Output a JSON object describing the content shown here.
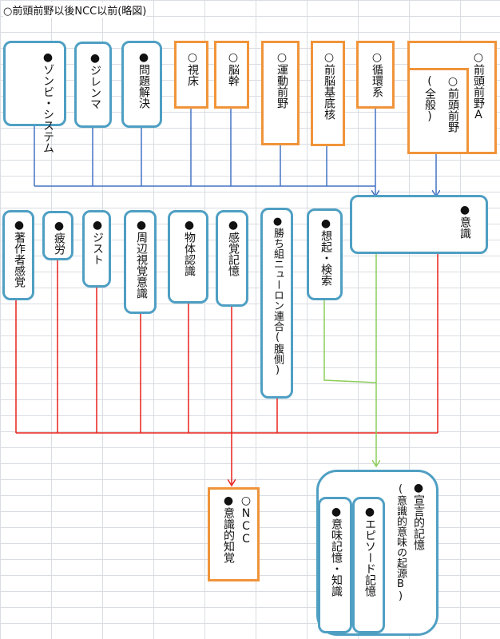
{
  "title": "○前頭前野以後NCC以前(略図)",
  "colors": {
    "blue": "#4f9fc3",
    "orange": "#f0943a",
    "red": "#e8221a",
    "green": "#8ccd5a",
    "connector": "#4472c4"
  },
  "nodes": {
    "zombie_system": "●ゾンビ・システム",
    "dilemma": "●ジレンマ",
    "problem_solving": "●問題解決",
    "thalamus": "○視床",
    "brainstem": "○脳幹",
    "premotor": "○運動前野",
    "basal_forebrain": "○前脳基底核",
    "circulatory": "○循環系",
    "prefrontal_a": "○前頭前野A",
    "prefrontal_all": "(全般)",
    "prefrontal_all2": "○前頭前野",
    "consciousness": "●意識",
    "authorship": "●著作者感覚",
    "fatigue": "●疲労",
    "gist": "●ジスト",
    "peripheral": "●周辺視覚意識",
    "object_recognition": "●物体認識",
    "sensory_memory": "●感覚記憶",
    "winning_union": "●勝ち組ニューロン連合(腹側)",
    "recall": "●想起・検索",
    "ncc": "○NCC",
    "conscious_perception": "●意識的知覚",
    "declarative_memory": "●宣言的記憶",
    "origin_b": "(意識的意味の起源B)",
    "semantic_memory": "●意味記憶・知識",
    "episodic_memory": "●エピソード記憶"
  }
}
